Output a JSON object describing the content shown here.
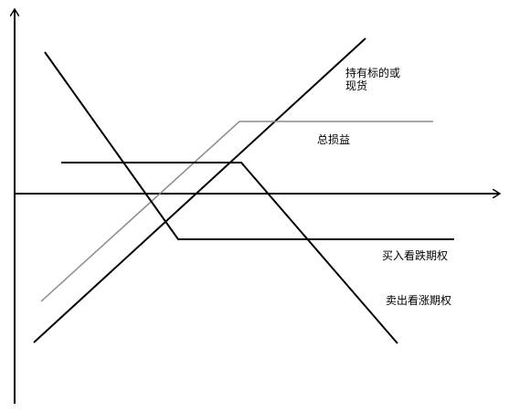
{
  "diagram": {
    "labels": {
      "underlying_line1": "持有标的或",
      "underlying_line2": "现货",
      "total_pnl": "总损益",
      "long_put": "买入看跌期权",
      "short_call": "卖出看涨期权"
    },
    "colors": {
      "axis": "#000000",
      "strategy_lines": "#000000",
      "total_pnl_line": "#8a8a8a",
      "background": "#ffffff"
    }
  }
}
